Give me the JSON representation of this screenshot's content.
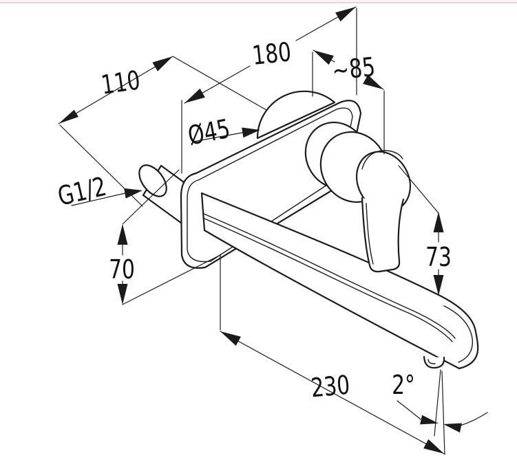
{
  "colors": {
    "ink": "#1b1b1b",
    "paper": "#ffffff",
    "top_border": "#eccece",
    "top_border_light": "#fdf5f5"
  },
  "dimensions": {
    "d110": {
      "label": "110"
    },
    "d180": {
      "label": "180"
    },
    "d85": {
      "label": "~85"
    },
    "d45": {
      "label": "Ø45"
    },
    "g12": {
      "label": "G1/2"
    },
    "d70": {
      "label": "70"
    },
    "d73": {
      "label": "73"
    },
    "d230": {
      "label": "230"
    },
    "a2": {
      "label": "2°"
    }
  }
}
